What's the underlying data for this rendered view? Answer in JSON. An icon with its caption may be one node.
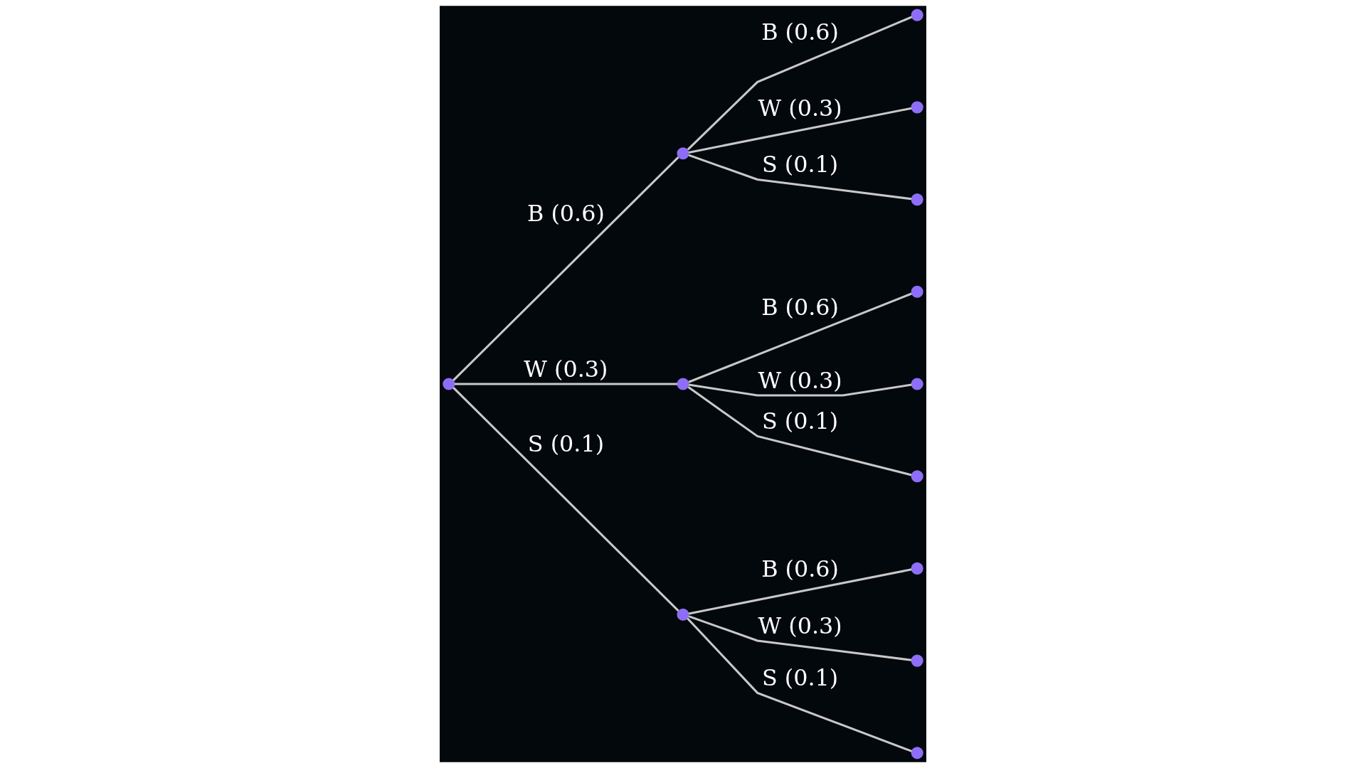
{
  "diagram": {
    "nodes": [
      {
        "text": [],
        "shape": "circle"
      },
      {
        "text": [],
        "shape": "circle"
      },
      {
        "text": [],
        "shape": "circle"
      },
      {
        "text": [],
        "shape": "circle"
      },
      {
        "text": [],
        "shape": "circle"
      },
      {
        "text": [],
        "shape": "circle"
      },
      {
        "text": [],
        "shape": "circle"
      },
      {
        "text": [],
        "shape": "circle"
      },
      {
        "text": [],
        "shape": "circle"
      },
      {
        "text": [],
        "shape": "circle"
      },
      {
        "text": [],
        "shape": "circle"
      },
      {
        "text": [],
        "shape": "circle"
      },
      {
        "text": [],
        "shape": "circle"
      }
    ],
    "edges": [
      {
        "from": 0,
        "to": 1,
        "arrow": "none",
        "label": "B (0.6)"
      },
      {
        "from": 0,
        "to": 2,
        "arrow": "none",
        "label": "W (0.3)"
      },
      {
        "from": 0,
        "to": 3,
        "arrow": "none",
        "label": "S (0.1)"
      },
      {
        "from": 1,
        "to": 4,
        "arrow": "none",
        "label": "B (0.6)"
      },
      {
        "from": 1,
        "to": 5,
        "arrow": "none",
        "label": "W (0.3)"
      },
      {
        "from": 1,
        "to": 6,
        "arrow": "none",
        "label": "S (0.1)"
      },
      {
        "from": 2,
        "to": 7,
        "arrow": "none",
        "label": "B (0.6)"
      },
      {
        "from": 2,
        "to": 8,
        "arrow": "none",
        "label": "W (0.3)"
      },
      {
        "from": 2,
        "to": 9,
        "arrow": "none",
        "label": "S (0.1)"
      },
      {
        "from": 3,
        "to": 10,
        "arrow": "none",
        "label": "B (0.6)"
      },
      {
        "from": 3,
        "to": 11,
        "arrow": "none",
        "label": "W (0.3)"
      },
      {
        "from": 3,
        "to": 12,
        "arrow": "none",
        "label": "S (0.1)"
      }
    ]
  }
}
